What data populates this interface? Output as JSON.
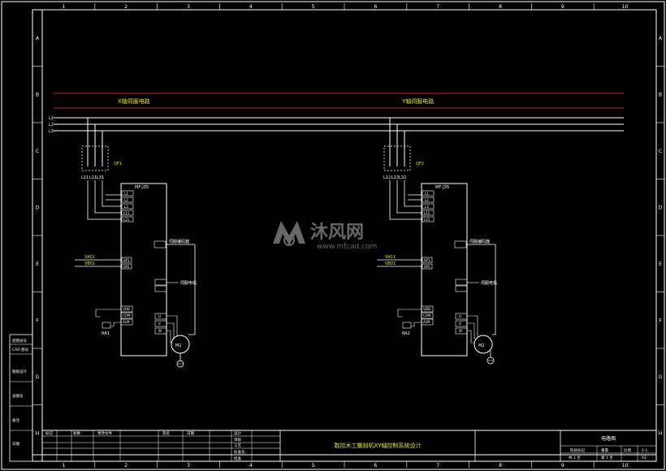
{
  "colors": {
    "background": "#000000",
    "frame": "#ffffff",
    "wire": "#ffffff",
    "bus_red": "#cc1a1a",
    "label_yellow": "#e6e600",
    "watermark": "#8a8a8a"
  },
  "border": {
    "columns": [
      "1",
      "2",
      "3",
      "4",
      "5",
      "6",
      "7",
      "8",
      "9",
      "10"
    ],
    "rows": [
      "A",
      "B",
      "C",
      "D",
      "E",
      "F",
      "G",
      "H"
    ]
  },
  "circuits": {
    "left": {
      "title": "X轴伺服电路",
      "phases": [
        "L1",
        "L2",
        "L3"
      ],
      "breaker_label": "QF1",
      "breaker_terminals": [
        "L11",
        "L21",
        "L31"
      ],
      "driver_model": "MF-J3S",
      "driver_inputs": [
        "L1",
        "L2",
        "L3",
        "L11",
        "L21"
      ],
      "encoder_label": "伺服编码器",
      "signals": [
        "VA01",
        "VB01"
      ],
      "signal_pins": [
        "SP1",
        "SP2"
      ],
      "cn_pins": [
        "VDD",
        "COM",
        "ALM"
      ],
      "relay_label": "RA1",
      "servo_out_label": "伺服电机",
      "uvw_pins": [
        "U",
        "V",
        "W"
      ],
      "motor_label": "M1"
    },
    "right": {
      "title": "Y轴伺服电路",
      "phases": [
        "L1",
        "L2",
        "L3"
      ],
      "breaker_label": "QF2",
      "breaker_terminals": [
        "L12",
        "L22",
        "L32"
      ],
      "driver_model": "MF-J3S",
      "driver_inputs": [
        "L1",
        "L2",
        "L3",
        "L11",
        "L21"
      ],
      "encoder_label": "伺服编码器",
      "signals": [
        "VA01",
        "VB01"
      ],
      "signal_pins": [
        "SP1",
        "SP2"
      ],
      "cn_pins": [
        "VDD",
        "COM",
        "ALM"
      ],
      "relay_label": "RA2",
      "servo_out_label": "伺服电机",
      "uvw_pins": [
        "U",
        "V",
        "W"
      ],
      "motor_label": "M2"
    }
  },
  "watermark": {
    "brand": "沐风网",
    "url": "www.mfcad.com"
  },
  "side_panel": {
    "labels": [
      "底图总号",
      "CAD 图号",
      "图纸设计",
      "总图号",
      "备注",
      "日期"
    ]
  },
  "title_block": {
    "revision_headers": [
      "标记",
      "处数",
      "更改文件",
      "签名",
      "日期"
    ],
    "roles": [
      "设计",
      "审核",
      "工艺",
      "标准化",
      "批准"
    ],
    "project_title": "数控木工雕刻机XY轴控制系统设计",
    "stage_label": "阶段标记",
    "weight_label": "重量",
    "scale_label": "比例",
    "scale_value": "1:1",
    "drawing_name": "电路图",
    "sheet_total": "共 1 页",
    "sheet_current": "第 1 页",
    "sheet_code": "A2"
  }
}
